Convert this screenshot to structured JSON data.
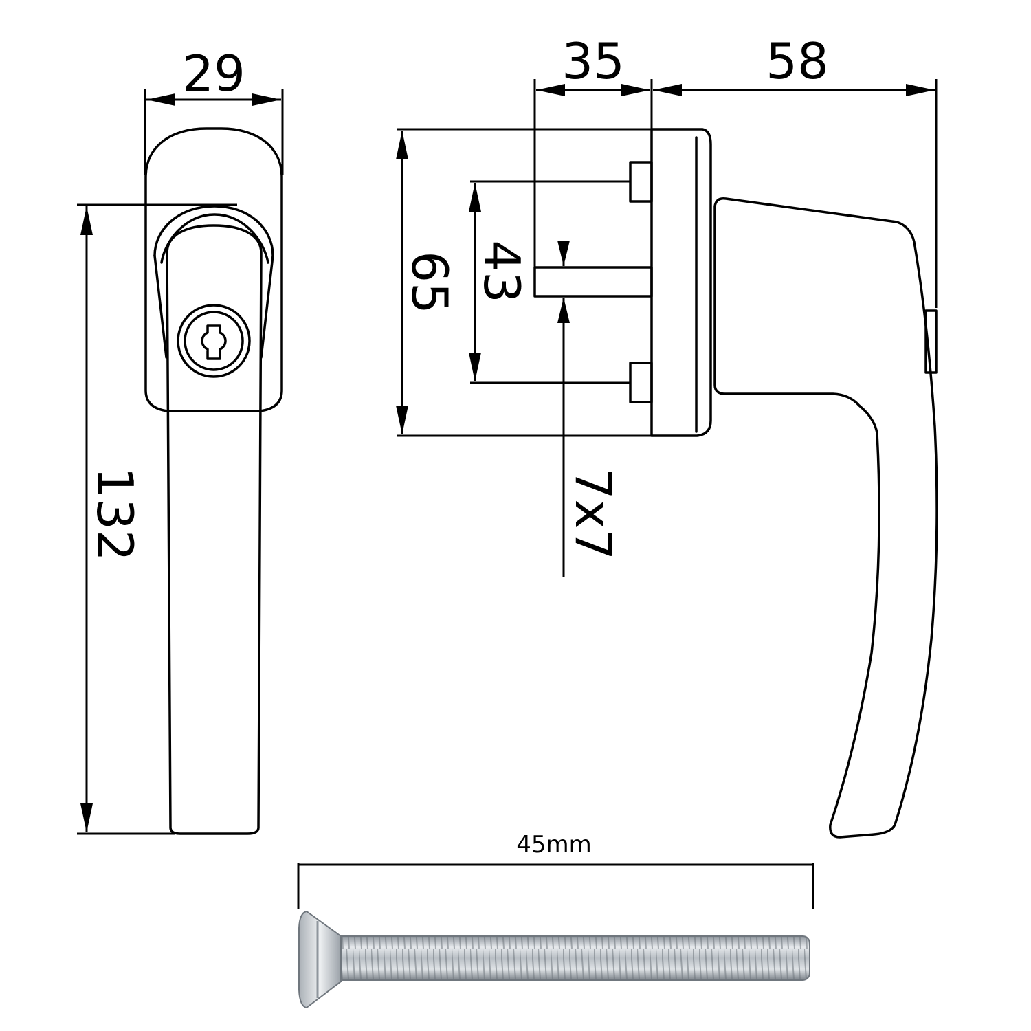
{
  "dimensions": {
    "front_width": "29",
    "front_height": "132",
    "rose_depth": "35",
    "handle_projection": "58",
    "rose_height": "65",
    "screw_spacing": "43",
    "spindle_size": "7x7",
    "screw_length": "45mm"
  },
  "colors": {
    "line": "#000000",
    "background": "#ffffff",
    "screw_metal": "#c9ced4"
  },
  "icons": {
    "lock": "key-cylinder-icon",
    "screw": "countersunk-screw-icon"
  }
}
